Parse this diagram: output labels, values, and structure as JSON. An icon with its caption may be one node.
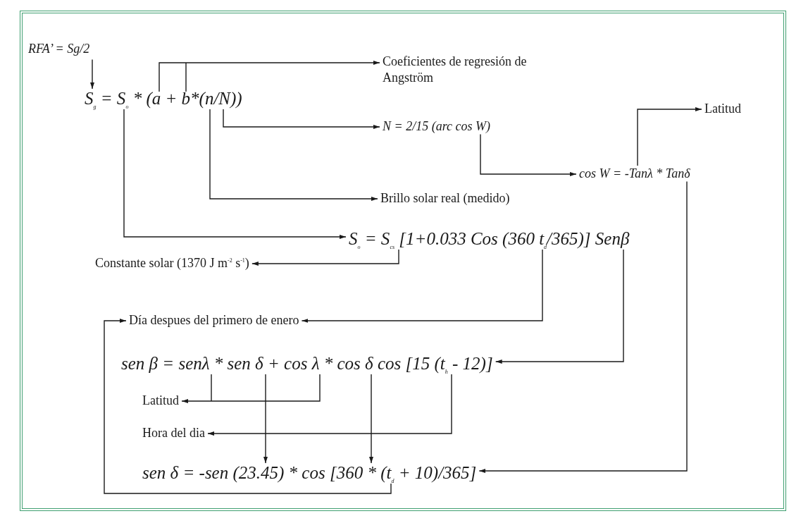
{
  "diagram": {
    "nodes": [
      {
        "text": [
          "RFA’ = Sg/2"
        ]
      },
      {
        "text": [
          "S$_{g}$ = S$_{o}$ * (a + b*(n/N))"
        ]
      },
      {
        "text": [
          "Coeficientes de regresión de Angström"
        ]
      },
      {
        "text": [
          "N = 2/15 (arc cos W)"
        ]
      },
      {
        "text": [
          "Latitud"
        ]
      },
      {
        "text": [
          "cos W = -Tanλ * Tanδ"
        ]
      },
      {
        "text": [
          "Brillo solar real (medido)"
        ]
      },
      {
        "text": [
          "S$_{o}$ = S$_{cs}$ [1+0.033 Cos (360 t$_{d}$/365)] Senβ"
        ]
      },
      {
        "text": [
          "Constante solar (1370 J m$^{-2}$ s$^{-1}$)"
        ]
      },
      {
        "text": [
          "Día despues del primero de enero"
        ]
      },
      {
        "text": [
          "sen β = senλ * sen δ + cos λ * cos δ cos [15 (t$_{h}$ - 12)]"
        ]
      },
      {
        "text": [
          "Latitud"
        ]
      },
      {
        "text": [
          "Hora del dia"
        ]
      },
      {
        "text": [
          "sen δ = -sen (23.45) * cos [360 * (t$_{d}$ + 10)/365]"
        ]
      }
    ],
    "edges": [
      {
        "from": 0,
        "to": 1,
        "arrow": "to"
      },
      {
        "from": 1,
        "to": 2,
        "arrow": "to"
      },
      {
        "from": 1,
        "to": 3,
        "arrow": "to"
      },
      {
        "from": 3,
        "to": 5,
        "arrow": "to"
      },
      {
        "from": 5,
        "to": 4,
        "arrow": "to"
      },
      {
        "from": 1,
        "to": 6,
        "arrow": "to"
      },
      {
        "from": 1,
        "to": 7,
        "arrow": "to"
      },
      {
        "from": 7,
        "to": 8,
        "arrow": "to"
      },
      {
        "from": 7,
        "to": 9,
        "arrow": "to"
      },
      {
        "from": 7,
        "to": 10,
        "arrow": "to"
      },
      {
        "from": 5,
        "to": 13,
        "arrow": "to"
      },
      {
        "from": 10,
        "to": 11,
        "arrow": "to"
      },
      {
        "from": 10,
        "to": 12,
        "arrow": "to"
      },
      {
        "from": 10,
        "to": 13,
        "arrow": "to"
      },
      {
        "from": 10,
        "to": 13,
        "arrow": "to"
      },
      {
        "from": 13,
        "to": 9,
        "arrow": "to"
      }
    ]
  }
}
